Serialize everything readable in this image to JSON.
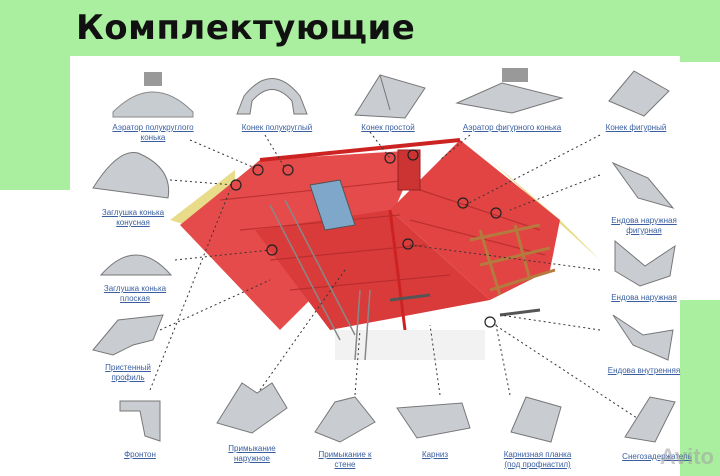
{
  "title": "Комплектующие",
  "watermark": "Avito",
  "labels": {
    "aerator_half": [
      "Аэратор полукруглого",
      "конька"
    ],
    "ridge_half": "Конек полукруглый",
    "ridge_simple": "Конек простой",
    "aerator_fig": "Аэратор фигурного конька",
    "ridge_fig": "Конек фигурный",
    "cap_cone": [
      "Заглушка конька",
      "конусная"
    ],
    "valley_out_fig": [
      "Ендова наружная",
      "фигурная"
    ],
    "cap_flat": [
      "Заглушка конька",
      "плоская"
    ],
    "valley_out": "Ендова наружная",
    "wall_profile": [
      "Пристенный",
      "профиль"
    ],
    "valley_in": "Ендова внутренняя",
    "gable": "Фронтон",
    "adj_out": [
      "Примыкание",
      "наружное"
    ],
    "adj_wall": [
      "Примыкание к",
      "стене"
    ],
    "eaves": "Карниз",
    "eaves_strip": [
      "Карнизная планка",
      "(под профнастил)"
    ],
    "snow": "Снегозадержатель"
  }
}
